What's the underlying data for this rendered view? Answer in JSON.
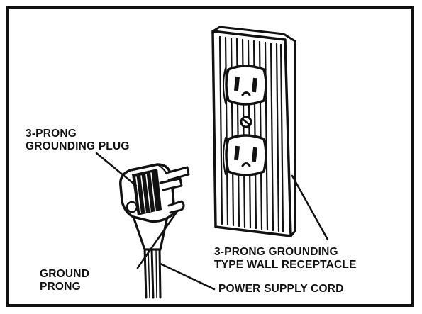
{
  "labels": {
    "plug": {
      "line1": "3-PRONG",
      "line2": "GROUNDING PLUG"
    },
    "ground": {
      "line1": "GROUND",
      "line2": "PRONG"
    },
    "receptacle": {
      "line1": "3-PRONG GROUNDING",
      "line2": "TYPE WALL RECEPTACLE"
    },
    "cord": {
      "line1": "POWER SUPPLY CORD"
    }
  },
  "colors": {
    "ink": "#111111",
    "paper": "#ffffff"
  }
}
